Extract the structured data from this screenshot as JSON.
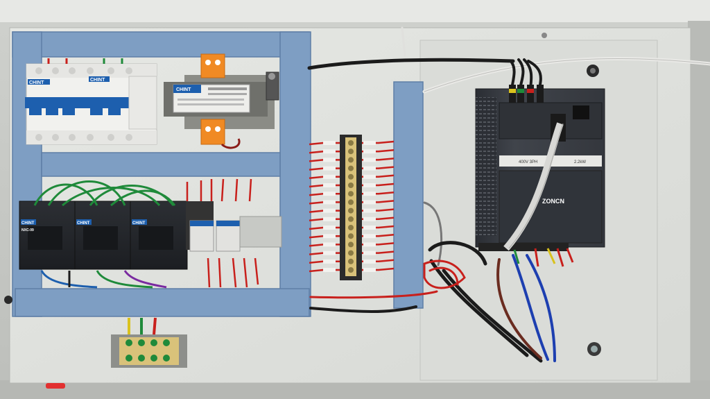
{
  "photo": {
    "subject": "",
    "palette": {
      "enclosure": "#d4d6d2",
      "backplate": "#e2e4e1",
      "din_frame": "#7d9cc0",
      "wire_red": "#c8201c",
      "wire_green": "#1f8a3a",
      "wire_black": "#1b1b1b",
      "vfd_body": "#3b3f46",
      "chint_blue": "#1d5fae"
    }
  },
  "labels": {
    "breaker_brand_1": "CHINT",
    "breaker_brand_2": "CHINT",
    "transformer_brand": "CHINT",
    "contactor_brand_1": "CHINT",
    "contactor_brand_2": "CHINT",
    "contactor_brand_3": "CHINT",
    "contactor_model": "NXC-09",
    "vfd_brand": "ZONCN",
    "vfd_rating_left": "400V 3PH",
    "vfd_rating_right": "2.2kW"
  }
}
